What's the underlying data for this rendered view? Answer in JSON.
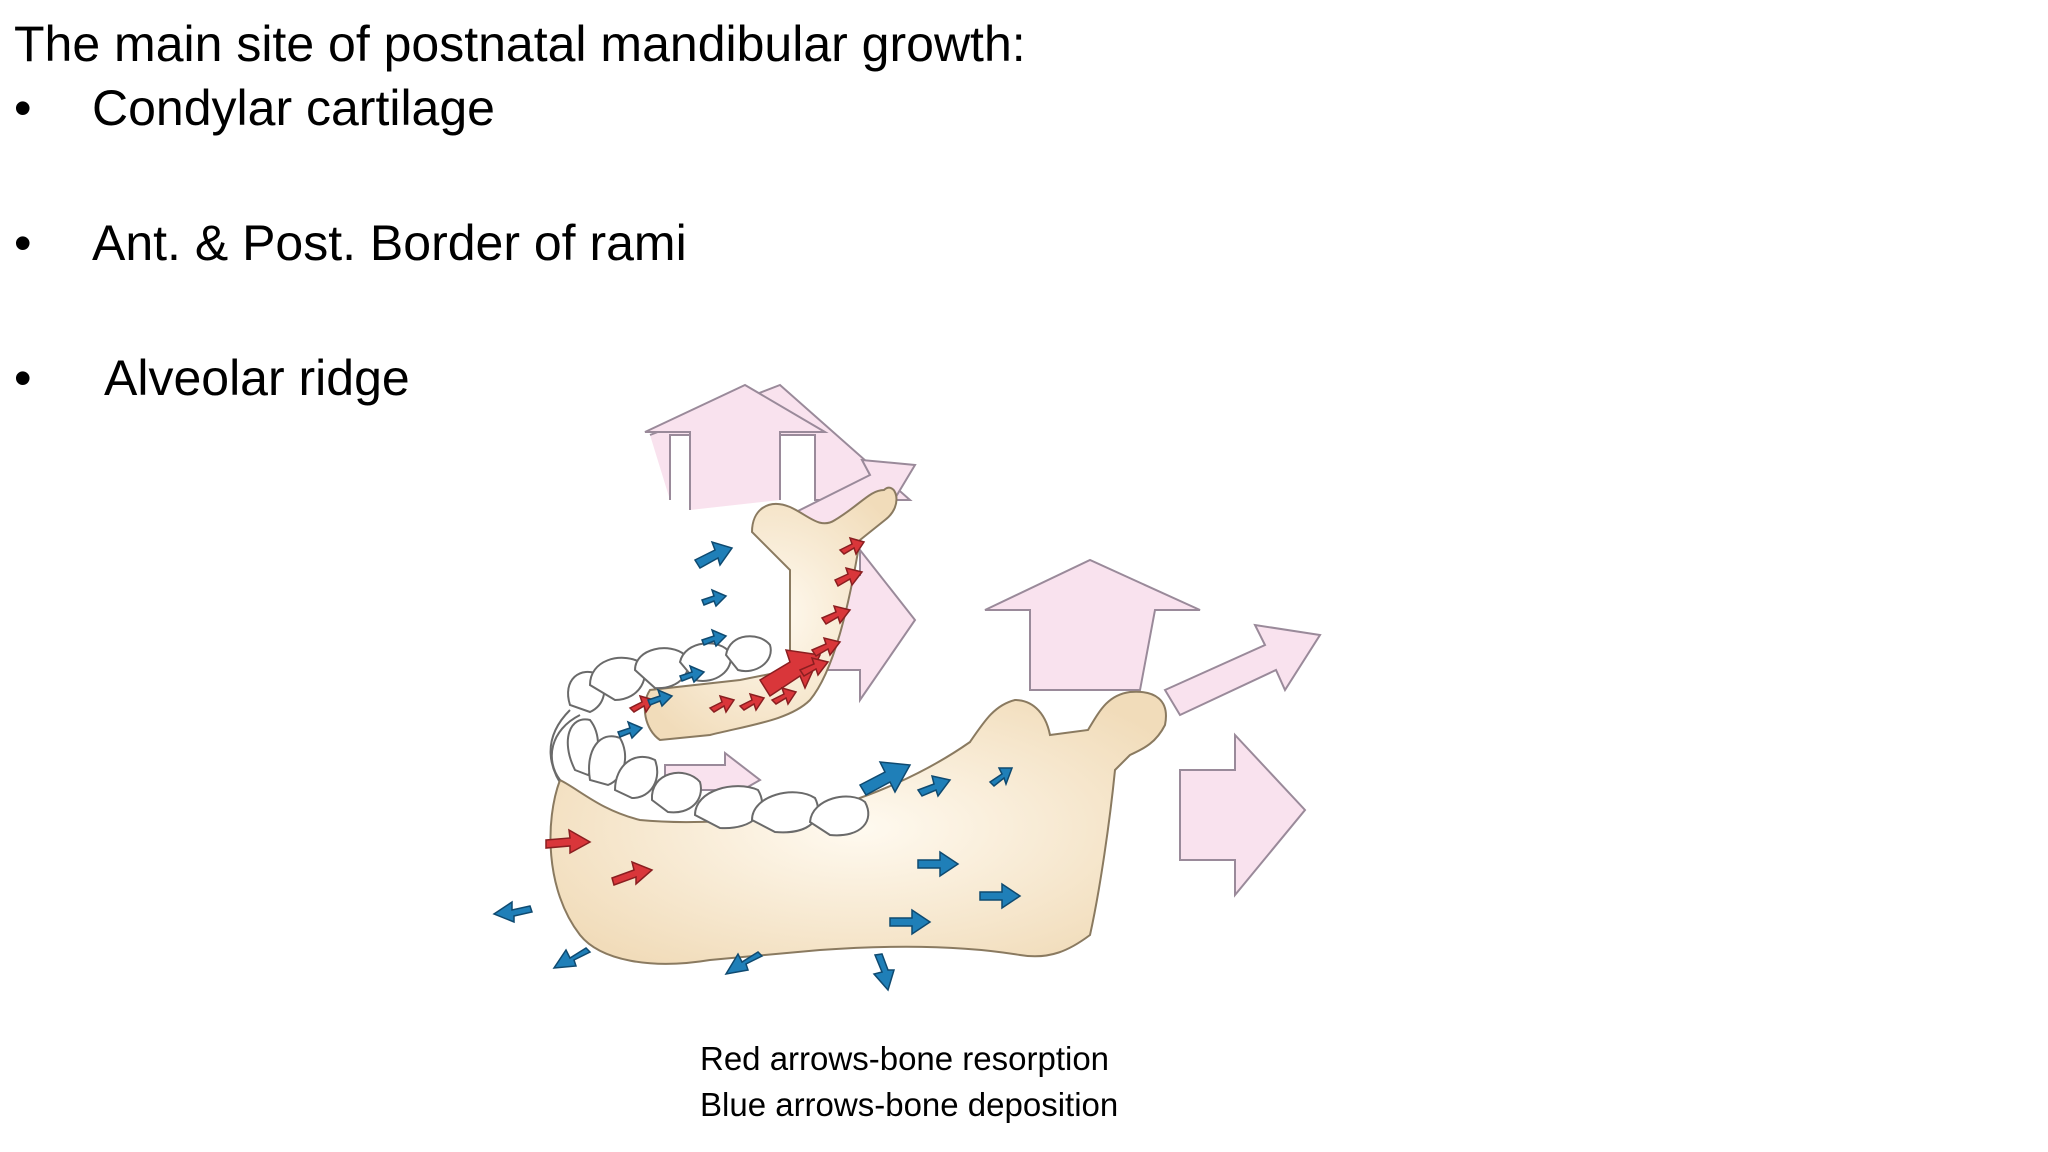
{
  "slide": {
    "title": "The main site of postnatal mandibular growth:",
    "bullets": [
      {
        "marker": "•",
        "text": "Condylar cartilage"
      },
      {
        "marker": "•",
        "text": "Ant. & Post. Border of rami"
      },
      {
        "marker": "•",
        "text": "Alveolar ridge"
      }
    ]
  },
  "figure": {
    "colors": {
      "bone": "#f6e6cc",
      "bone_outline": "#8a7a60",
      "growth_arrow_fill": "#f9e2ee",
      "growth_arrow_stroke": "#9a8a9a",
      "resorption": "#d9363a",
      "deposition": "#1f7fb8"
    }
  },
  "caption": {
    "line1": "Red arrows-bone resorption",
    "line2": "Blue arrows-bone deposition"
  }
}
